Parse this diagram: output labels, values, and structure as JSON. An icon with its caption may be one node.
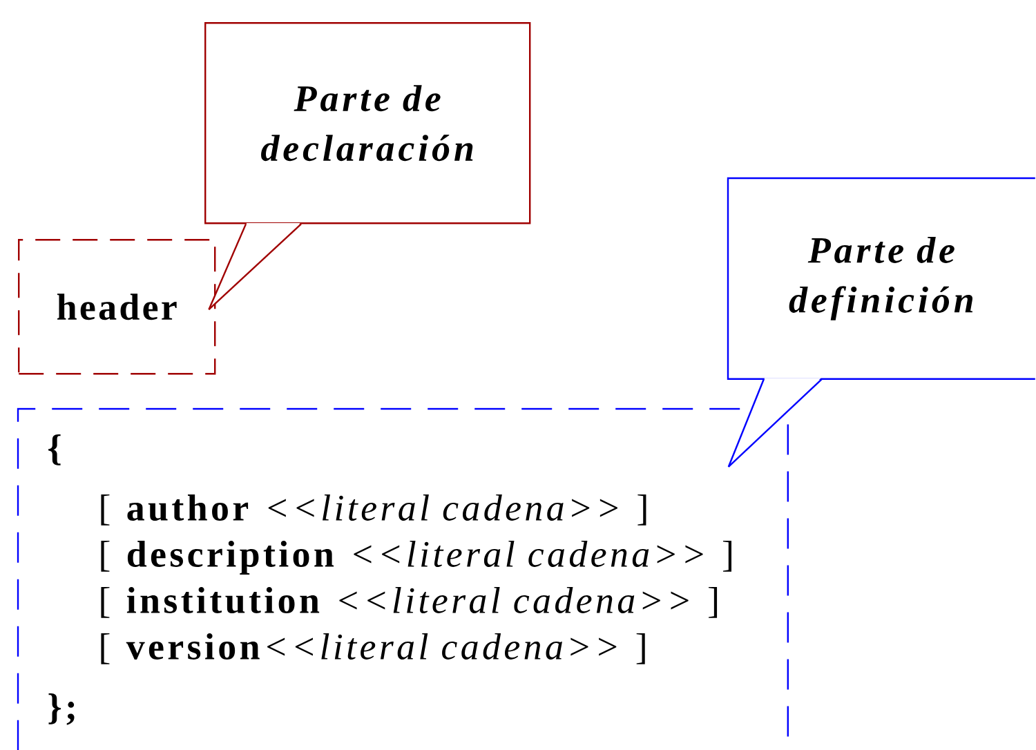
{
  "diagram": {
    "nodes": [
      {
        "text": [
          "Parte de declaración"
        ]
      },
      {
        "text": [
          "header"
        ]
      },
      {
        "text": [
          "Parte de definición"
        ]
      },
      {
        "text": [
          "{",
          "[ **author** *<<literal cadena>>* ]",
          "[ **description** *<<literal cadena>>* ]",
          "[ **institution** *<<literal cadena>>* ]",
          "[ **version**",
          "*<<literal cadena>>* ]",
          "};"
        ]
      }
    ],
    "edges": [
      {
        "from": 0,
        "to": 1,
        "arrow": "none",
        "color": "#a00000"
      },
      {
        "from": 2,
        "to": 3,
        "arrow": "none",
        "color": "#0000ff"
      }
    ]
  }
}
